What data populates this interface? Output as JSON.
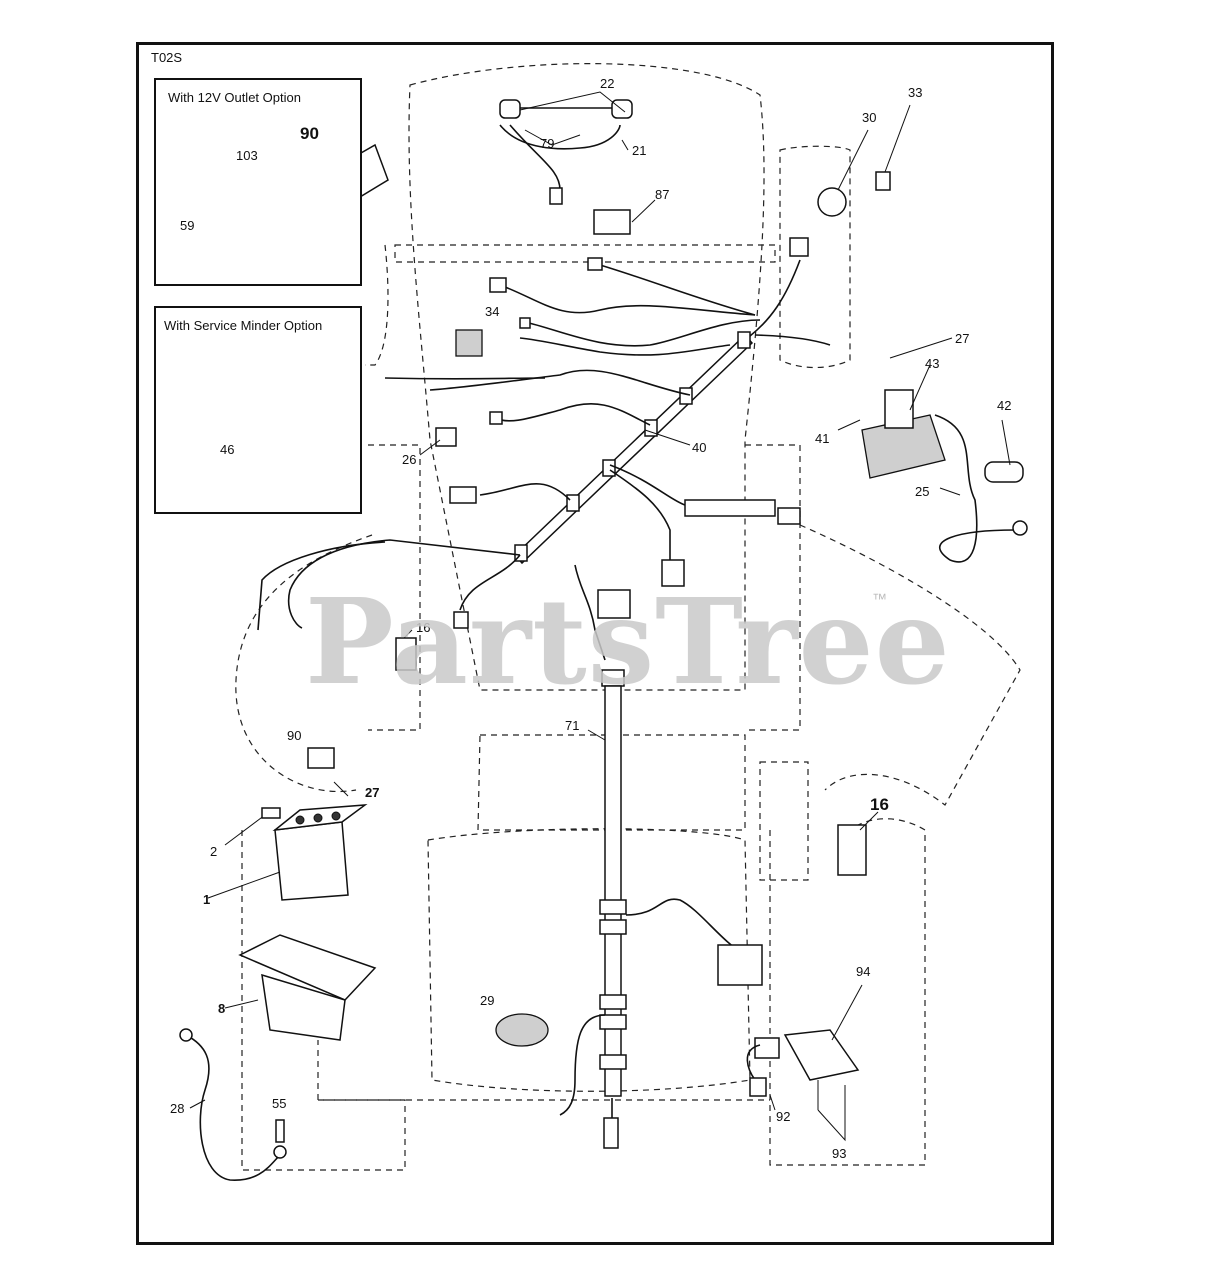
{
  "sheet_id": "T02S",
  "insets": {
    "outlet_option": {
      "title": "With 12V Outlet Option",
      "callouts": {
        "c90": "90",
        "c103": "103",
        "c59": "59"
      }
    },
    "service_minder": {
      "title": "With Service Minder Option",
      "callouts": {
        "c46": "46"
      }
    }
  },
  "callouts": {
    "c22": "22",
    "c79": "79",
    "c21": "21",
    "c87": "87",
    "c33": "33",
    "c30": "30",
    "c34": "34",
    "c27a": "27",
    "c43": "43",
    "c41": "41",
    "c42": "42",
    "c40": "40",
    "c26": "26",
    "c25": "25",
    "c16a": "16",
    "c90": "90",
    "c27b": "27",
    "c2": "2",
    "c71": "71",
    "c16b": "16",
    "c1": "1",
    "c8": "8",
    "c94": "94",
    "c29": "29",
    "c28": "28",
    "c55": "55",
    "c92": "92",
    "c93": "93"
  },
  "watermark": {
    "text": "PartsTree",
    "mark": "™"
  },
  "colors": {
    "line": "#111111",
    "watermark": "#c9c9c9",
    "background": "#ffffff"
  }
}
